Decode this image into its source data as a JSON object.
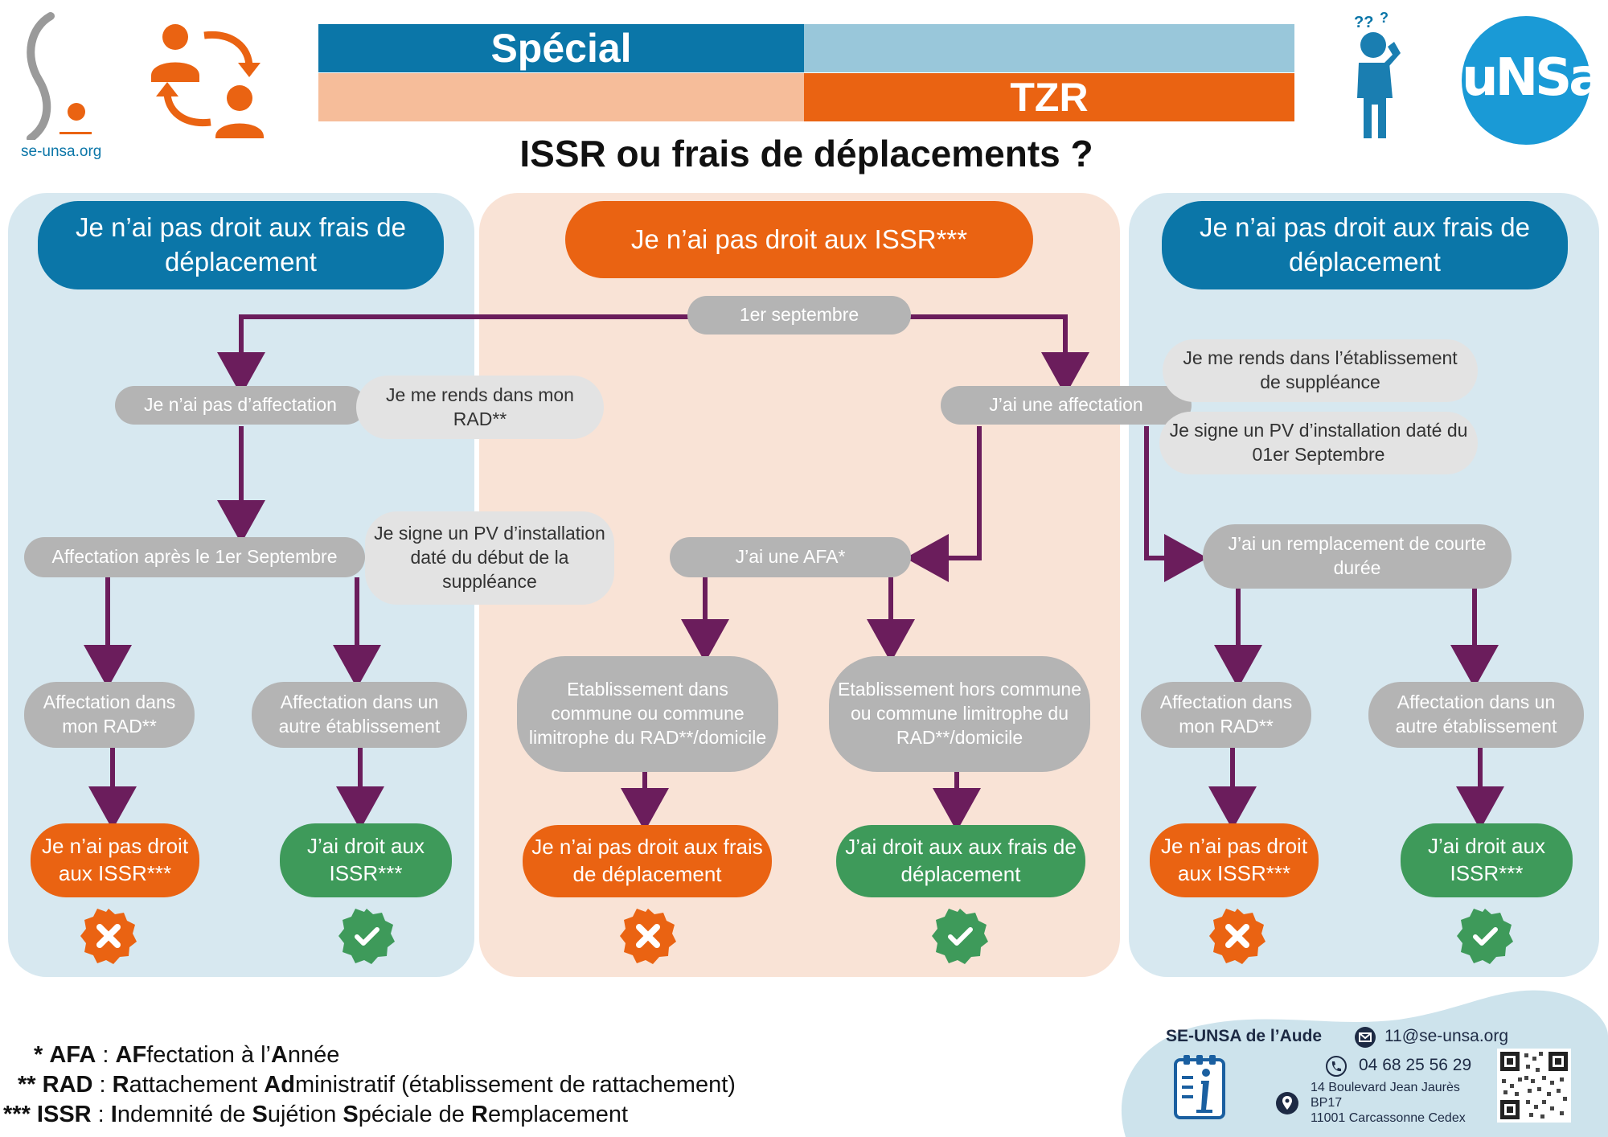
{
  "logo_left": {
    "url_text": "se-unsa.org"
  },
  "logo_right": {
    "text": "uNSa"
  },
  "banner": {
    "line1": "Spécial",
    "line2": "TZR"
  },
  "title": "ISSR ou frais de déplacements ?",
  "colors": {
    "blue": "#0b76a8",
    "light_blue_panel": "#d7e8f0",
    "orange": "#ea6312",
    "peach_panel": "#f9e3d6",
    "grey_node": "#b4b4b4",
    "green": "#3e9a5a",
    "purple_arrow": "#6b1d5c"
  },
  "left_panel": {
    "header": "Je n’ai pas droit aux frais de déplacement",
    "no_assignment": "Je n’ai pas d’affectation",
    "note_rad": "Je me rends dans mon RAD**",
    "after_sept": "Affectation après le 1er Septembre",
    "note_pv": "Je signe un PV d’installation daté du début de la suppléance",
    "in_rad": "Affectation dans mon RAD**",
    "other_school": "Affectation dans un autre établissement",
    "result_no": "Je n’ai pas droit aux ISSR***",
    "result_yes": "J’ai droit aux ISSR***"
  },
  "center_panel": {
    "header": "Je n’ai pas droit aux ISSR***",
    "start": "1er septembre",
    "has_assignment": "J’ai une affectation",
    "afa": "J’ai une AFA*",
    "within": "Etablissement dans commune ou commune limitrophe du RAD**/domicile",
    "outside": "Etablissement hors commune ou commune limitrophe du RAD**/domicile",
    "result_no": "Je n’ai pas droit aux frais de déplacement",
    "result_yes": "J’ai droit aux aux frais de déplacement"
  },
  "right_panel": {
    "header": "Je n’ai pas droit aux frais de déplacement",
    "note_go": "Je me rends dans l’établissement de suppléance",
    "note_pv": "Je signe un PV d’installation daté du 01er Septembre",
    "short_repl": "J’ai un remplacement de courte durée",
    "in_rad": "Affectation dans mon RAD**",
    "other_school": "Affectation dans un autre établissement",
    "result_no": "Je n’ai pas droit aux ISSR***",
    "result_yes": "J’ai droit aux ISSR***"
  },
  "footnotes": [
    {
      "stars": "*",
      "abbr": "AFA",
      "sep": " : ",
      "parts": [
        [
          "AF",
          "fectation à l’"
        ],
        [
          "A",
          "nnée"
        ]
      ]
    },
    {
      "stars": "**",
      "abbr": "RAD",
      "sep": " : ",
      "parts": [
        [
          "R",
          "attachement "
        ],
        [
          "Ad",
          "ministratif (établissement de rattachement)"
        ]
      ]
    },
    {
      "stars": "***",
      "abbr": "ISSR",
      "sep": " : ",
      "parts": [
        [
          "I",
          "ndemnité de "
        ],
        [
          "S",
          "ujétion "
        ],
        [
          "S",
          "péciale de "
        ],
        [
          "R",
          "emplacement"
        ]
      ]
    }
  ],
  "contact": {
    "org": "SE-UNSA de l’Aude",
    "email": "11@se-unsa.org",
    "phone": "04 68 25 56 29",
    "address1": "14 Boulevard Jean Jaurès",
    "address2": "BP17",
    "address3": "11001 Carcassonne Cedex"
  }
}
